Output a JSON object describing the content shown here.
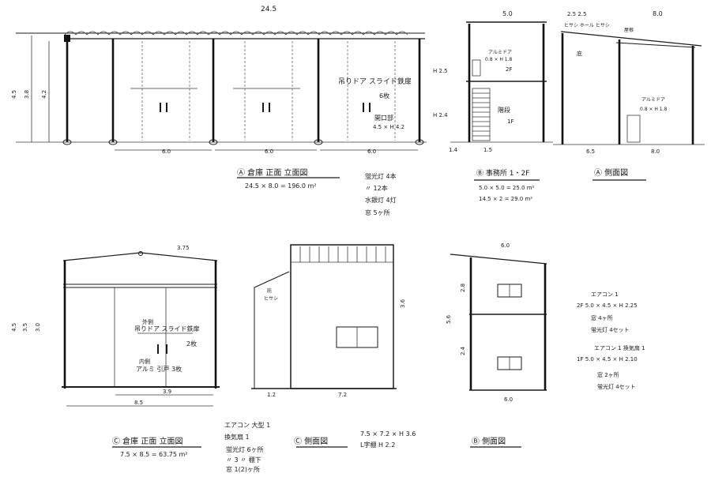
{
  "views": {
    "a_front": {
      "title": "Ⓐ 倉庫 正面 立面図",
      "area": "24.5 × 8.0 = 196.0 m²",
      "overall_width": "24.5",
      "span_1": "6.0",
      "span_2": "6.0",
      "span_3": "6.0",
      "height_1": "4.5",
      "height_2": "3.8",
      "height_3": "4.2",
      "door_note": "吊りドア スライド鉄扉",
      "door_count": "6枚",
      "opening_label": "開口部",
      "opening_size": "4.5 × H 4.2"
    },
    "b_office": {
      "title": "Ⓑ 事務所 1・2F",
      "area_1": "5.0 × 5.0 = 25.0 m²",
      "area_2": "14.5 × 2 = 29.0 m²",
      "top_width": "5.0",
      "bottom_width_1": "1.4",
      "bottom_width_2": "1.5",
      "height_upper": "H 2.5",
      "height_lower": "H 2.4",
      "floor_2f": "2F",
      "floor_1f": "1F",
      "door_label": "アルミドア",
      "door_size": "0.8 × H 1.8",
      "stair_label": "階段"
    },
    "a_side": {
      "title": "Ⓐ 側面図",
      "top_dims": "2.5   2.5",
      "top_right": "8.0",
      "roof_labels": "ヒサシ  ホール  ヒサシ",
      "roof_label_2": "屋根",
      "bottom_1": "6.5",
      "bottom_2": "8.0",
      "door_label": "アルミドア",
      "door_size": "0.8 × H 1.8",
      "eave": "庇"
    },
    "notes_top": {
      "line_1": "蛍光灯 4本",
      "line_2": "〃 12本",
      "line_3": "水銀灯 4灯",
      "line_4": "窓 5ヶ所"
    },
    "c_front": {
      "title": "Ⓒ 倉庫 正面 立面図",
      "area": "7.5 × 8.5 = 63.75 m²",
      "top_dim": "3.75",
      "bottom_dim": "3.9",
      "bottom_dim_2": "8.5",
      "height_1": "4.5",
      "height_2": "3.5",
      "height_3": "3.0",
      "note_outer": "外側",
      "door_outer": "吊りドア スライド鉄扉",
      "door_count": "2枚",
      "note_inner": "内側",
      "door_inner": "アルミ 引戸 3枚"
    },
    "c_notes": {
      "line_1": "エアコン 大型 1",
      "line_2": "換気扇 1",
      "line_3": "蛍光灯 6ヶ所",
      "line_4": "〃 3 〃 棚下",
      "line_5": "窓 1(2)ヶ所"
    },
    "c_side": {
      "title": "Ⓒ 側面図",
      "dims": "7.5 × 7.2 × H 3.6",
      "note": "L字棚 H 2.2",
      "bottom_1": "1.2",
      "bottom_2": "7.2",
      "height": "3.6",
      "eave": "庇",
      "eave_2": "ヒサシ"
    },
    "b_side": {
      "title": "Ⓑ 側面図",
      "top_dim": "6.0",
      "bottom_dim": "6.0",
      "height_upper": "2.8",
      "height_lower": "2.4",
      "height_total": "5.6"
    },
    "b_notes": {
      "line_1": "エアコン 1",
      "line_2": "2F  5.0 × 4.5 × H 2.25",
      "line_3": "窓 4ヶ所",
      "line_4": "蛍光灯 4セット",
      "line_5": "エアコン 1   換気扇 1",
      "line_6": "1F  5.0 × 4.5 × H 2.10",
      "line_7": "窓 2ヶ所",
      "line_8": "蛍光灯 4セット"
    }
  }
}
